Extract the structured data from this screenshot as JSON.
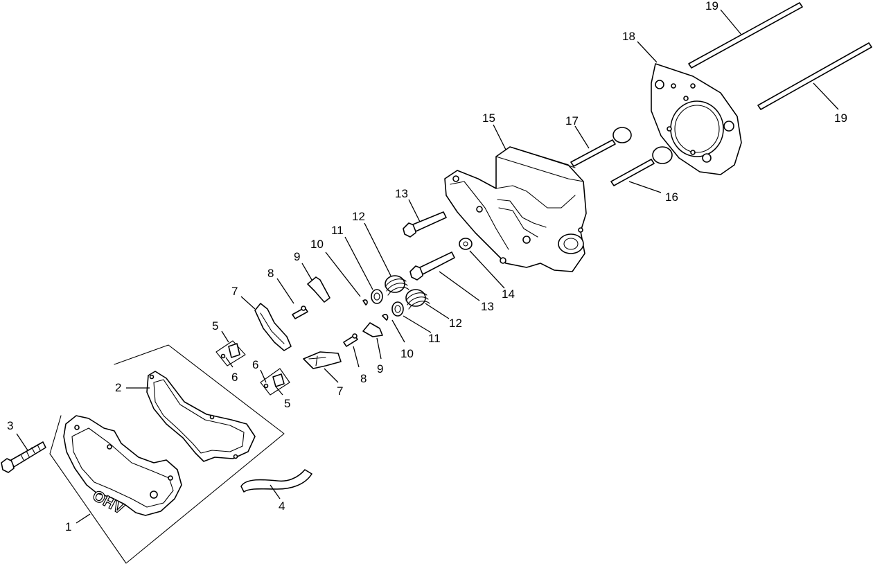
{
  "diagram": {
    "cover_emboss_text": "OHV",
    "callouts": {
      "c1": "1",
      "c2": "2",
      "c3": "3",
      "c4": "4",
      "c5a": "5",
      "c5b": "5",
      "c6a": "6",
      "c6b": "6",
      "c7a": "7",
      "c7b": "7",
      "c8a": "8",
      "c8b": "8",
      "c9a": "9",
      "c9b": "9",
      "c10a": "10",
      "c10b": "10",
      "c11a": "11",
      "c11b": "11",
      "c12a": "12",
      "c12b": "12",
      "c13a": "13",
      "c13b": "13",
      "c14": "14",
      "c15": "15",
      "c16": "16",
      "c17": "17",
      "c18": "18",
      "c19a": "19",
      "c19b": "19"
    }
  }
}
